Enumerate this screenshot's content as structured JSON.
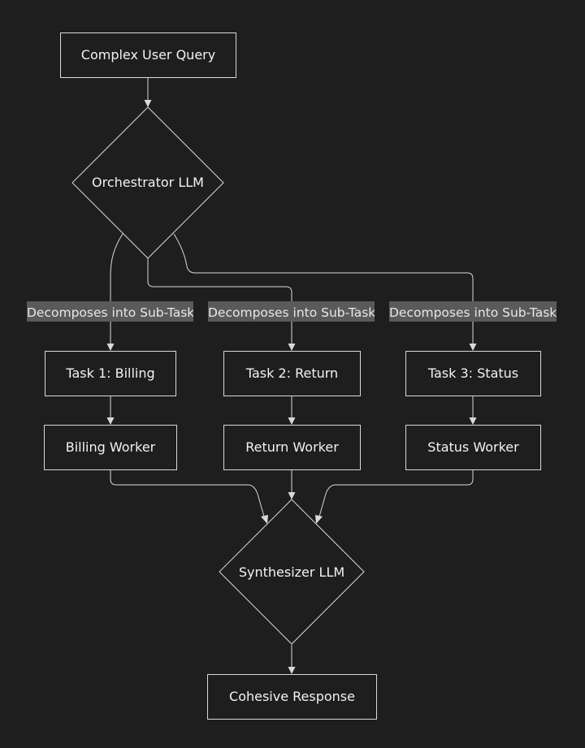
{
  "colors": {
    "background": "#1e1e1e",
    "stroke": "#d9d9d9",
    "text": "#f2f2f2",
    "edge_label_background": "#5a5a5a"
  },
  "nodes": {
    "query": "Complex User Query",
    "orchestrator": "Orchestrator LLM",
    "task1": "Task 1: Billing",
    "task2": "Task 2: Return",
    "task3": "Task 3: Status",
    "worker1": "Billing Worker",
    "worker2": "Return Worker",
    "worker3": "Status Worker",
    "synthesizer": "Synthesizer LLM",
    "response": "Cohesive Response"
  },
  "edge_labels": {
    "e1": "Decomposes into Sub-Tasks",
    "e2": "Decomposes into Sub-Tasks",
    "e3": "Decomposes into Sub-Tasks"
  }
}
